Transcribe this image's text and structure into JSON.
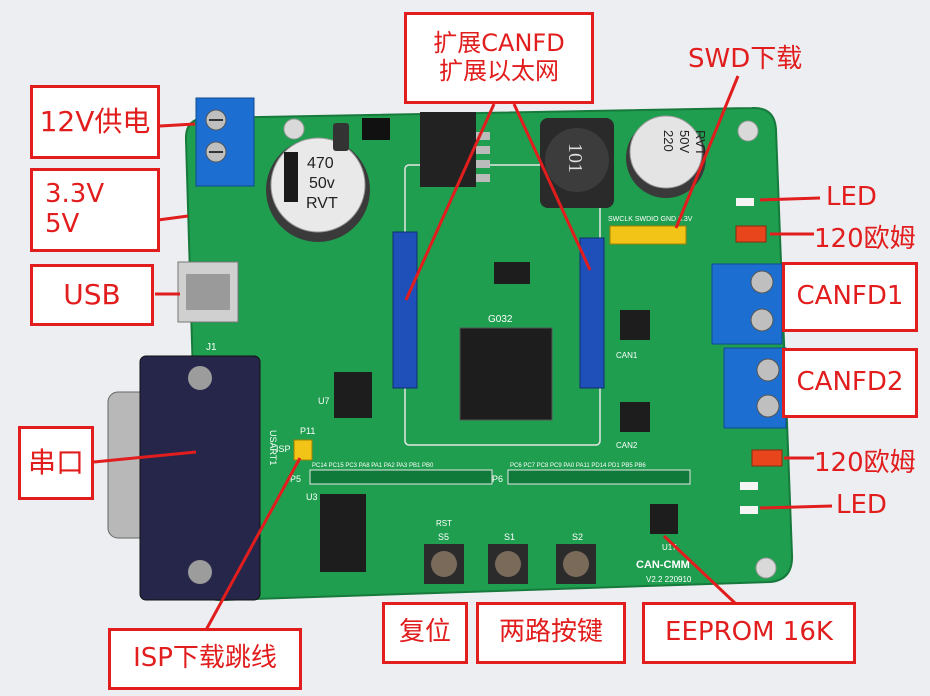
{
  "board": {
    "silkscreen": {
      "cap_value": "470",
      "cap_voltage": "50v",
      "cap_brand": "RVT",
      "cap2_value": "220",
      "cap2_voltage": "50V",
      "cap2_brand": "RVT",
      "inductor_marking": "101",
      "mcu_label": "G032",
      "board_name": "CAN-CMM",
      "board_version": "V2.2 220910",
      "isp_text": "ISP",
      "usart_text": "USART1",
      "swd_text": "SWCLK SWDIO GND 3.3V",
      "p5_pins": "PC14 PC15 PC3 PA8 PA1 PA2 PA3 PB1 PB0",
      "p6_pins": "PC6 PC7 PC8 PC9 PA0 PA11 PD14 PD1 PB5 PB6",
      "ref_j1": "J1",
      "ref_u3": "U3",
      "ref_u7": "U7",
      "ref_s5": "S5",
      "ref_s1": "S1",
      "ref_s2": "S2",
      "ref_rst": "RST",
      "ref_can1": "CAN1",
      "ref_can2": "CAN2",
      "ref_u17": "U17",
      "ref_p11": "P11",
      "ref_p5": "P5",
      "ref_p6": "P6"
    },
    "colors": {
      "pcb": "#1f9e4f",
      "label_border": "#e11d1d",
      "label_text": "#e11d1d",
      "terminal": "#1c6fd1",
      "header": "#1f4fb8",
      "jumper": "#e8451c"
    }
  },
  "annotations": {
    "power_12v": "12V供电",
    "v33": "3.3V",
    "v5": "5V",
    "usb": "USB",
    "uart": "串口",
    "isp": "ISP下载跳线",
    "reset": "复位",
    "keys": "两路按键",
    "eeprom": "EEPROM 16K",
    "ext1": "扩展CANFD",
    "ext2": "扩展以太网",
    "swd": "SWD下载",
    "led_top": "LED",
    "ohm_top": "120欧姆",
    "canfd1": "CANFD1",
    "canfd2": "CANFD2",
    "ohm_bottom": "120欧姆",
    "led_bottom": "LED"
  }
}
